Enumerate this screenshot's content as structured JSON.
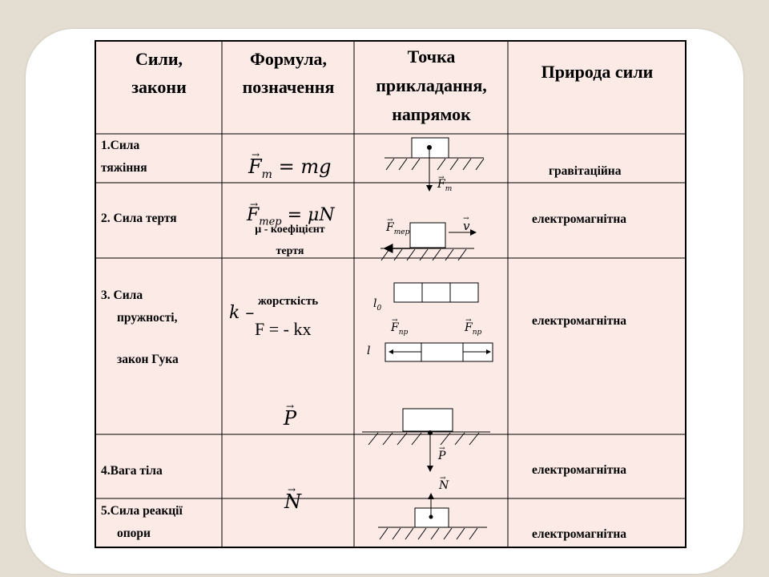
{
  "headers": [
    "Сили, закони",
    "Формула, позначення",
    "Точка прикладання, напрямок",
    "Природа сили"
  ],
  "header_lines": {
    "c1": [
      "Сили,",
      "закони"
    ],
    "c2": [
      "Формула,",
      "позначення"
    ],
    "c3": [
      "Точка",
      "прикладання,",
      "напрямок"
    ],
    "c4": [
      "Природа сили"
    ]
  },
  "rows": [
    {
      "label_lines": [
        "1.Сила",
        "тяжіння"
      ],
      "formula": {
        "lhs": "F",
        "sub": "т",
        "rhs": "= mg"
      },
      "diagram": {
        "vector_label": "F",
        "vector_sub": "т"
      },
      "nature": "гравітаційна"
    },
    {
      "label_lines": [
        "2. Сила тертя"
      ],
      "formula": {
        "lhs": "F",
        "sub": "тер",
        "rhs": "= μN",
        "note_lines": [
          "μ - коефіцієнт",
          "тертя"
        ]
      },
      "diagram": {
        "vector_label": "F",
        "vector_sub": "тер",
        "velocity_label": "v"
      },
      "nature": "електромагнітна"
    },
    {
      "label_lines": [
        "3. Сила",
        "пружності,",
        "закон   Гука"
      ],
      "formula": {
        "k_symbol": "k",
        "dash": "–",
        "k_note": "жорсткість",
        "hooke": "F = - kx"
      },
      "diagram": {
        "l0_label": "l",
        "l0_sub": "0",
        "l_label": "l",
        "vector_label": "F",
        "vector_sub": "пр"
      },
      "nature": "електромагнітна"
    },
    {
      "label_lines": [
        "4.Вага тіла"
      ],
      "formula": {
        "symbol": "P"
      },
      "diagram": {
        "vector_label": "P"
      },
      "nature": "електромагнітна"
    },
    {
      "label_lines": [
        "5.Сила реакції",
        "опори"
      ],
      "formula": {
        "symbol": "N"
      },
      "diagram": {
        "vector_label": "N"
      },
      "nature": "електромагнітна"
    }
  ]
}
